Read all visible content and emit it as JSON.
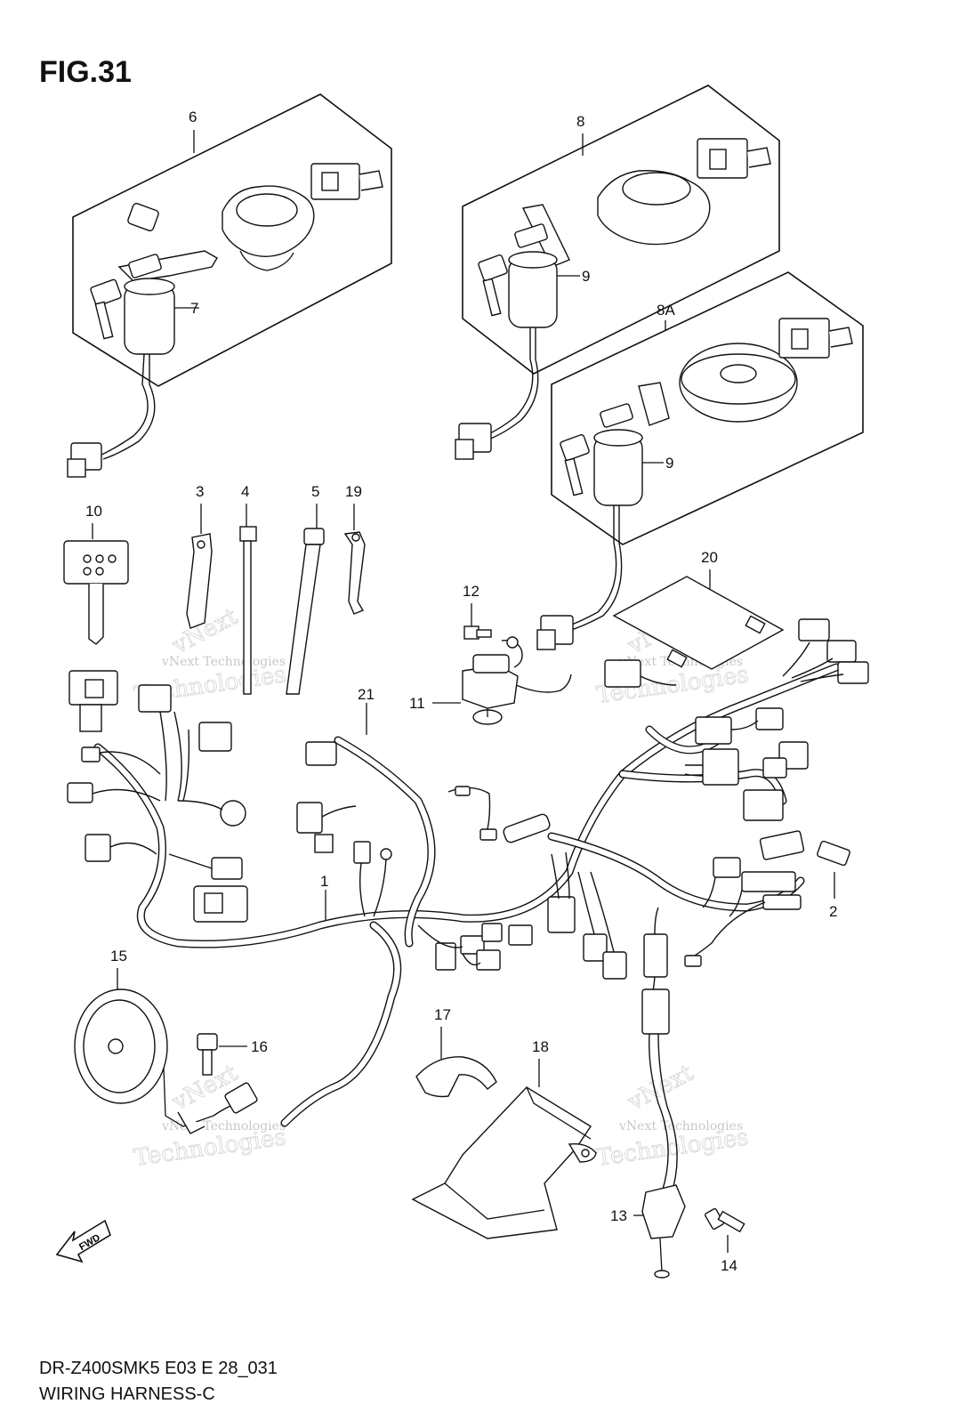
{
  "figure": {
    "title": "FIG.31",
    "model_code": "DR-Z400SMK5 E03 E 28_031",
    "section_name": "WIRING HARNESS-C",
    "fwd_label": "FWD"
  },
  "watermark": {
    "line1": "vNext Technologies",
    "line2": "vNext",
    "line3": "Technologies"
  },
  "callouts": [
    "6",
    "7",
    "8",
    "9",
    "8A",
    "9",
    "10",
    "3",
    "4",
    "5",
    "19",
    "12",
    "20",
    "11",
    "21",
    "1",
    "2",
    "15",
    "16",
    "17",
    "18",
    "13",
    "14"
  ]
}
